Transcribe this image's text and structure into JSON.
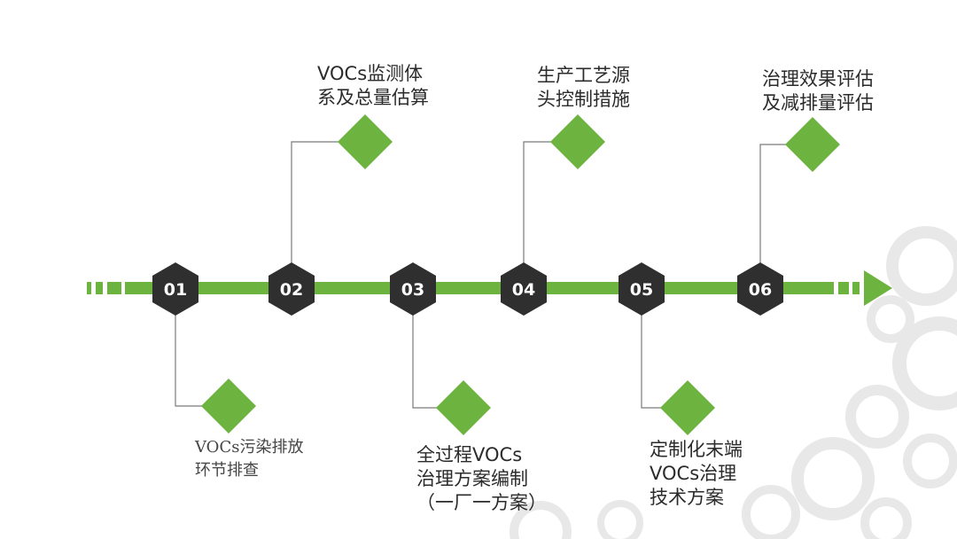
{
  "colors": {
    "accent_green": "#6cb33f",
    "node_dark": "#2f2f2f",
    "connector": "#7a7a7a",
    "deco_circles": "#e6e6e6"
  },
  "timeline": {
    "nodes": [
      {
        "number": "01",
        "label": "VOCs污染排放\n环节排查",
        "side": "below"
      },
      {
        "number": "02",
        "label": "VOCs监测体\n系及总量估算",
        "side": "above"
      },
      {
        "number": "03",
        "label": "全过程VOCs\n治理方案编制\n（一厂一方案）",
        "side": "below"
      },
      {
        "number": "04",
        "label": "生产工艺源\n头控制措施",
        "side": "above"
      },
      {
        "number": "05",
        "label": "定制化末端\nVOCs治理\n技术方案",
        "side": "below"
      },
      {
        "number": "06",
        "label": "治理效果评估\n及减排量评估",
        "side": "above"
      }
    ]
  }
}
